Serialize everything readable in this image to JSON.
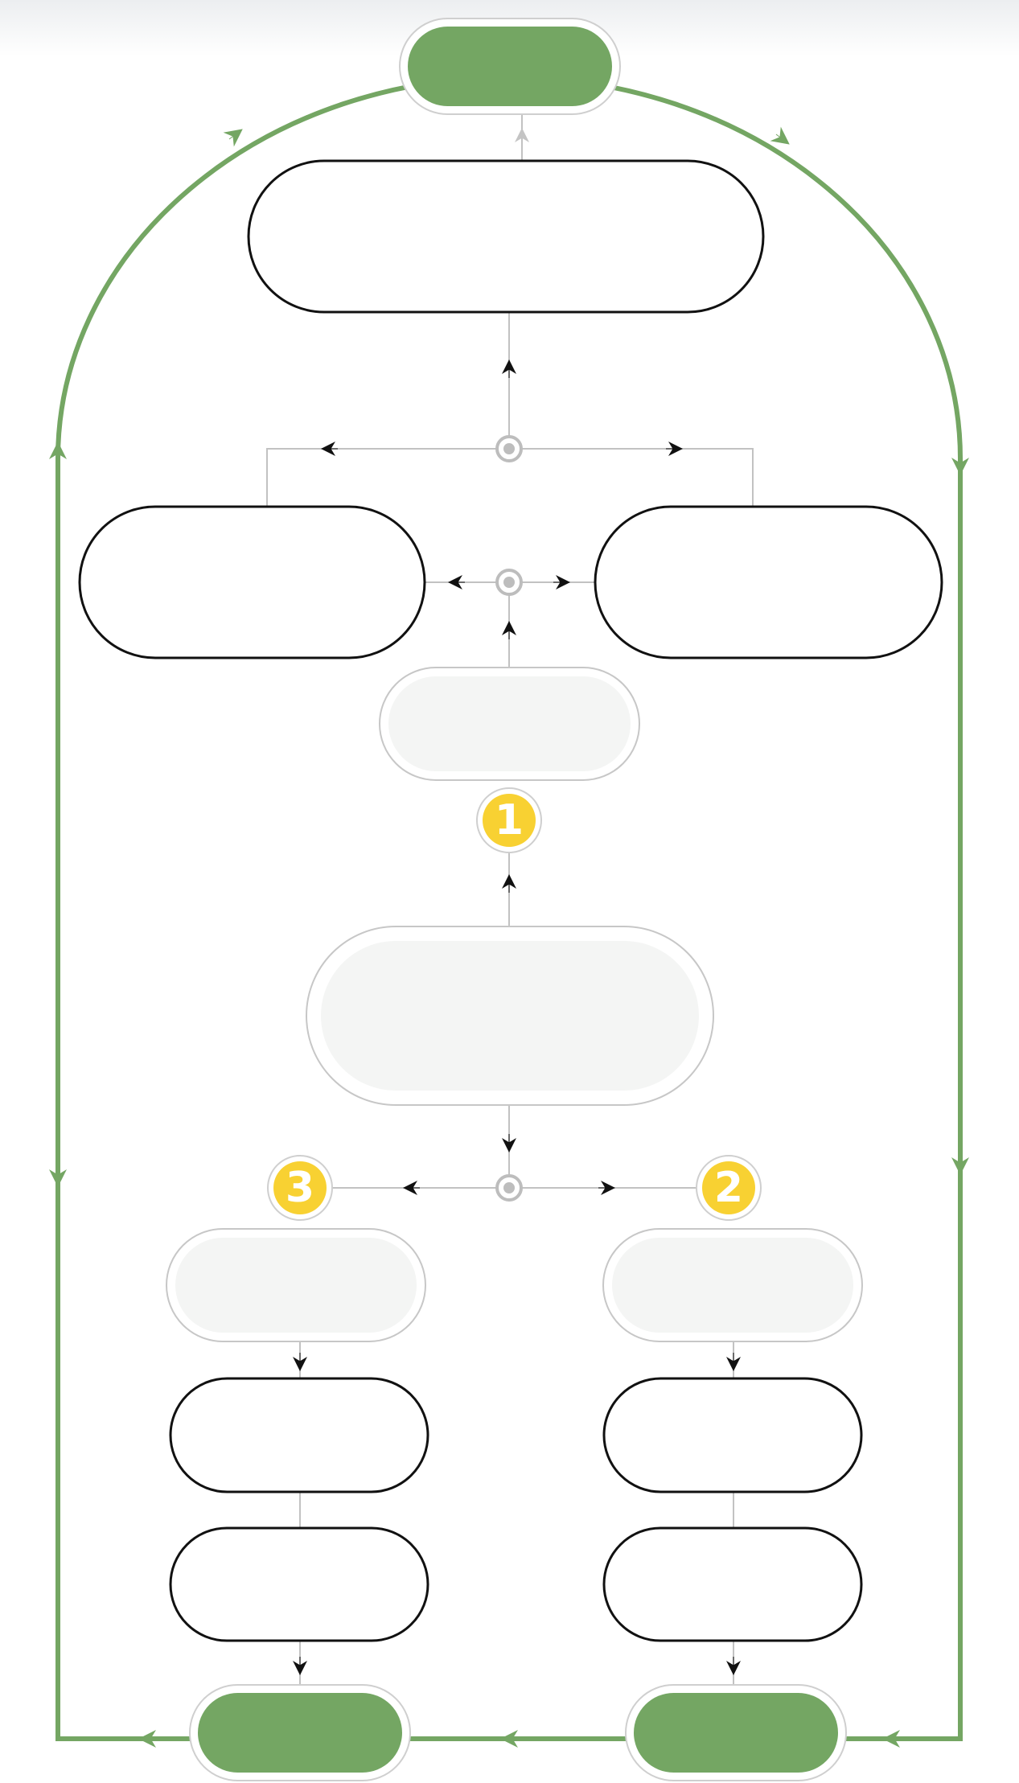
{
  "diagram": {
    "title": "",
    "colors": {
      "loop": "#74a663",
      "badge": "#f8d132",
      "node_border": "#111111",
      "muted": "#bdbdbd",
      "soft_fill": "#f4f5f4",
      "terminal_fill": "#74a663"
    },
    "nodes": {
      "top_terminal": "",
      "top_box": "",
      "left_box": "",
      "right_box": "",
      "upper_soft": "",
      "center_soft": "",
      "left_soft": "",
      "right_soft": "",
      "left_box_a": "",
      "left_box_b": "",
      "right_box_a": "",
      "right_box_b": "",
      "bottom_left_terminal": "",
      "bottom_right_terminal": ""
    },
    "badges": {
      "badge_1": "1",
      "badge_2": "2",
      "badge_3": "3"
    }
  }
}
